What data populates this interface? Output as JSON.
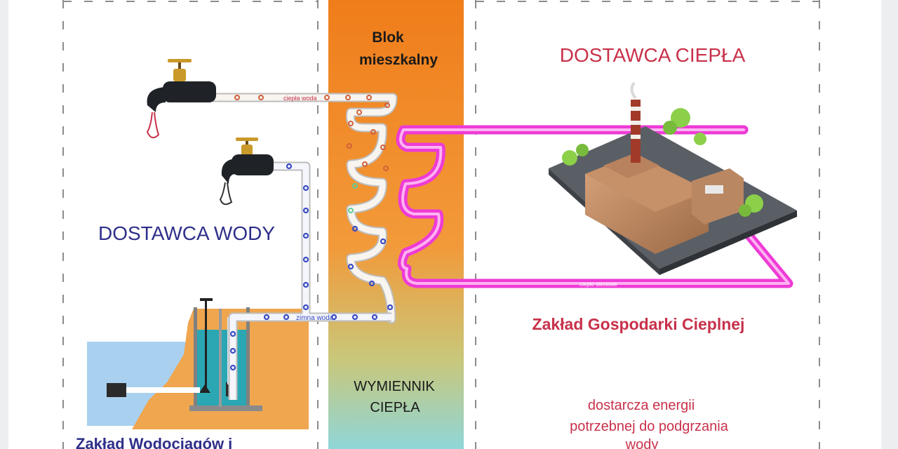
{
  "block": {
    "title_line1": "Blok",
    "title_line2": "mieszkalny",
    "exchanger_line1": "WYMIENNIK",
    "exchanger_line2": "CIEPŁA"
  },
  "water_supplier": {
    "title": "DOSTAWCA WODY",
    "plant_name": "Zakład Wodociągów i"
  },
  "heat_supplier": {
    "title": "DOSTAWCA CIEPŁA",
    "plant_name": "Zakład Gospodarki Cieplnej",
    "desc_line1": "dostarcza energii",
    "desc_line2": "potrzebnej do podgrzania",
    "desc_line3": "wody"
  },
  "pipes": {
    "hot_water": "ciepła woda",
    "cold_water": "zimna woda",
    "heating": "ciepło sieciowe"
  },
  "colors": {
    "block_top": "#f07d1a",
    "block_bottom": "#8fd6d8",
    "heating_pipe": "#ee3bd6",
    "hot_dot": "#d2603a",
    "cold_dot": "#3a4cc4",
    "water_title": "#2f2f8a",
    "heat_title": "#c8314a"
  }
}
